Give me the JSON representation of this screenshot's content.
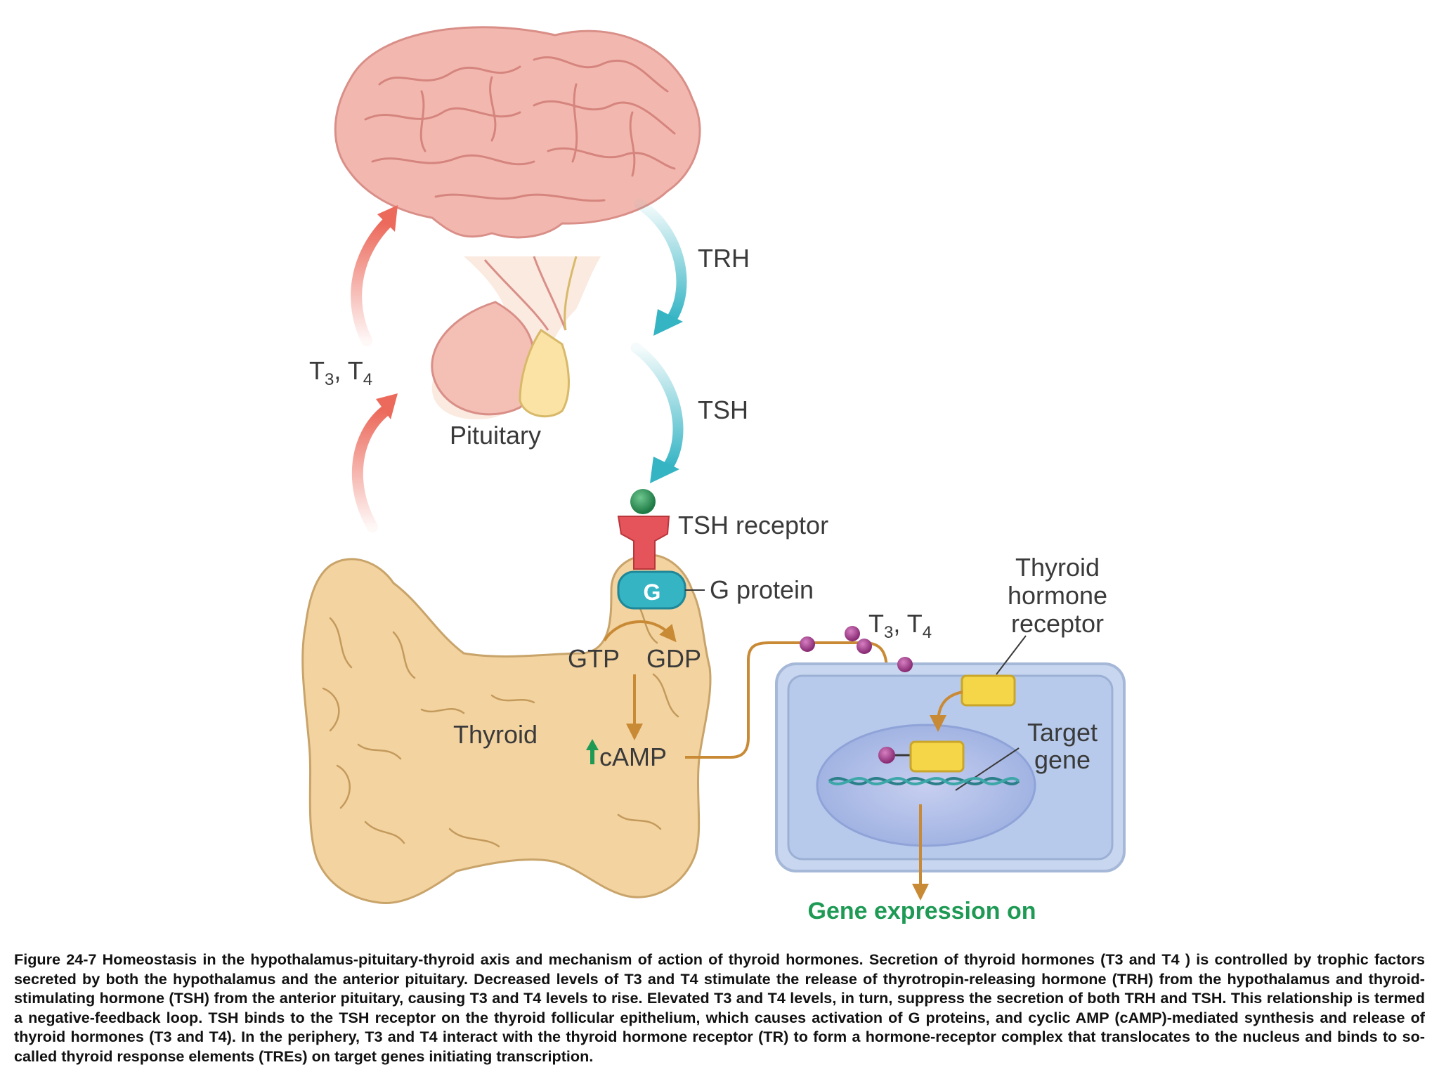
{
  "labels": {
    "trh": "TRH",
    "tsh": "TSH",
    "feedback_hormones": "T",
    "pituitary": "Pituitary",
    "tsh_receptor": "TSH receptor",
    "g_letter": "G",
    "g_protein": "G protein",
    "gtp": "GTP",
    "gdp": "GDP",
    "thyroid": "Thyroid",
    "camp": "cAMP",
    "t3t4_cell": "T",
    "thyroid_hormone_receptor_1": "Thyroid",
    "thyroid_hormone_receptor_2": "hormone",
    "thyroid_hormone_receptor_3": "receptor",
    "target_gene_1": "Target",
    "target_gene_2": "gene",
    "gene_expression": "Gene expression on"
  },
  "caption": "Figure 24-7 Homeostasis in the hypothalamus-pituitary-thyroid axis and mechanism of action of thyroid hormones. Secretion of thyroid hormones (T3 and T4 ) is controlled by trophic factors secreted by both the hypothalamus and the anterior pituitary. Decreased levels of T3 and T4 stimulate the release of thyrotropin-releasing hormone (TRH) from the hypothalamus and thyroid-stimulating hormone (TSH) from the anterior pituitary, causing T3 and T4 levels to rise. Elevated T3 and T4 levels, in turn, suppress the secretion of both TRH and TSH. This relationship is termed a negative-feedback loop. TSH binds to the TSH receptor on the thyroid follicular epithelium, which causes activation of G proteins, and cyclic AMP (cAMP)-mediated synthesis and release of thyroid hormones (T3 and T4). In the periphery, T3 and T4 interact with the thyroid hormone receptor (TR) to form a hormone-receptor complex that translocates to the nucleus and binds to so-called thyroid response elements (TREs) on target genes initiating transcription.",
  "colors": {
    "brain": "#f2b8b0",
    "thyroid": "#f3d3a0",
    "teal_arrow": "#35b4c4",
    "red_arrow": "#ec6a5c",
    "orange_line": "#c98a35",
    "receptor_red": "#e4545a",
    "hormone_purple": "#a83c8f",
    "receptor_yellow": "#f5d648",
    "cell_blue": "#b9cceb",
    "gene_green": "#1f9a55"
  }
}
